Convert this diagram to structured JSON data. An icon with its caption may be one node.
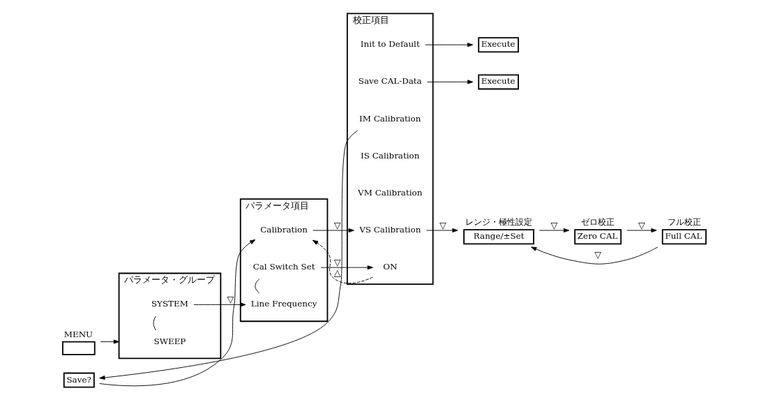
{
  "diagram": {
    "nodes": [
      {
        "text": [
          "MENU"
        ]
      },
      {
        "text": [
          "パラメータ・グループ"
        ]
      },
      {
        "text": [
          "SWEEP"
        ],
        "in": 1
      },
      {
        "text": [
          "SYSTEM"
        ],
        "in": 1
      },
      {
        "text": [
          "パラメータ項目"
        ]
      },
      {
        "text": [
          "Line Frequency"
        ],
        "in": 4
      },
      {
        "text": [
          "Cal Switch Set"
        ],
        "in": 4
      },
      {
        "text": [
          "Calibration"
        ],
        "in": 4
      },
      {
        "text": [
          "校正項目"
        ]
      },
      {
        "text": [
          "ON"
        ],
        "in": 8
      },
      {
        "text": [
          "VS Calibration"
        ],
        "in": 8
      },
      {
        "text": [
          "VM Calibration"
        ],
        "in": 8
      },
      {
        "text": [
          "IS Calibration"
        ],
        "in": 8
      },
      {
        "text": [
          "IM Calibration"
        ],
        "in": 8
      },
      {
        "text": [
          "Save CAL-Data"
        ],
        "in": 8
      },
      {
        "text": [
          "Init to Default"
        ],
        "in": 8
      },
      {
        "text": [
          "Range/±Set"
        ],
        "beside": [
          "レンジ・極性設定"
        ]
      },
      {
        "text": [
          "Zero CAL"
        ],
        "beside": [
          "ゼロ校正"
        ]
      },
      {
        "text": [
          "Full CAL"
        ],
        "beside": [
          "フル校正"
        ]
      },
      {
        "text": [
          "Save?"
        ]
      },
      {
        "text": [
          "Execute"
        ]
      },
      {
        "text": [
          "Execute"
        ]
      }
    ],
    "edges": [
      {
        "from": 0,
        "to": 1,
        "arrow": "to"
      },
      {
        "from": 2,
        "to": 3,
        "arrow": "none"
      },
      {
        "from": 3,
        "to": 5,
        "arrow": "to",
        "label": "▽"
      },
      {
        "from": 5,
        "to": 6,
        "arrow": "none"
      },
      {
        "from": 6,
        "to": 9,
        "arrow": "to",
        "label": "▽"
      },
      {
        "from": 9,
        "to": 7,
        "arrow": "to",
        "label": "△",
        "style": "dashed"
      },
      {
        "from": 7,
        "to": 10,
        "arrow": "to",
        "label": "▽"
      },
      {
        "from": 10,
        "to": 16,
        "arrow": "to",
        "label": "▽"
      },
      {
        "from": 16,
        "to": 17,
        "arrow": "to",
        "label": "▽"
      },
      {
        "from": 17,
        "to": 18,
        "arrow": "to",
        "label": "▽"
      },
      {
        "from": 18,
        "to": 16,
        "arrow": "to",
        "label": "▽"
      },
      {
        "from": 13,
        "to": 19,
        "arrow": "to"
      },
      {
        "from": 19,
        "to": 7,
        "arrow": "to"
      },
      {
        "from": 14,
        "to": 20,
        "arrow": "to"
      },
      {
        "from": 15,
        "to": 21,
        "arrow": "to"
      }
    ]
  }
}
